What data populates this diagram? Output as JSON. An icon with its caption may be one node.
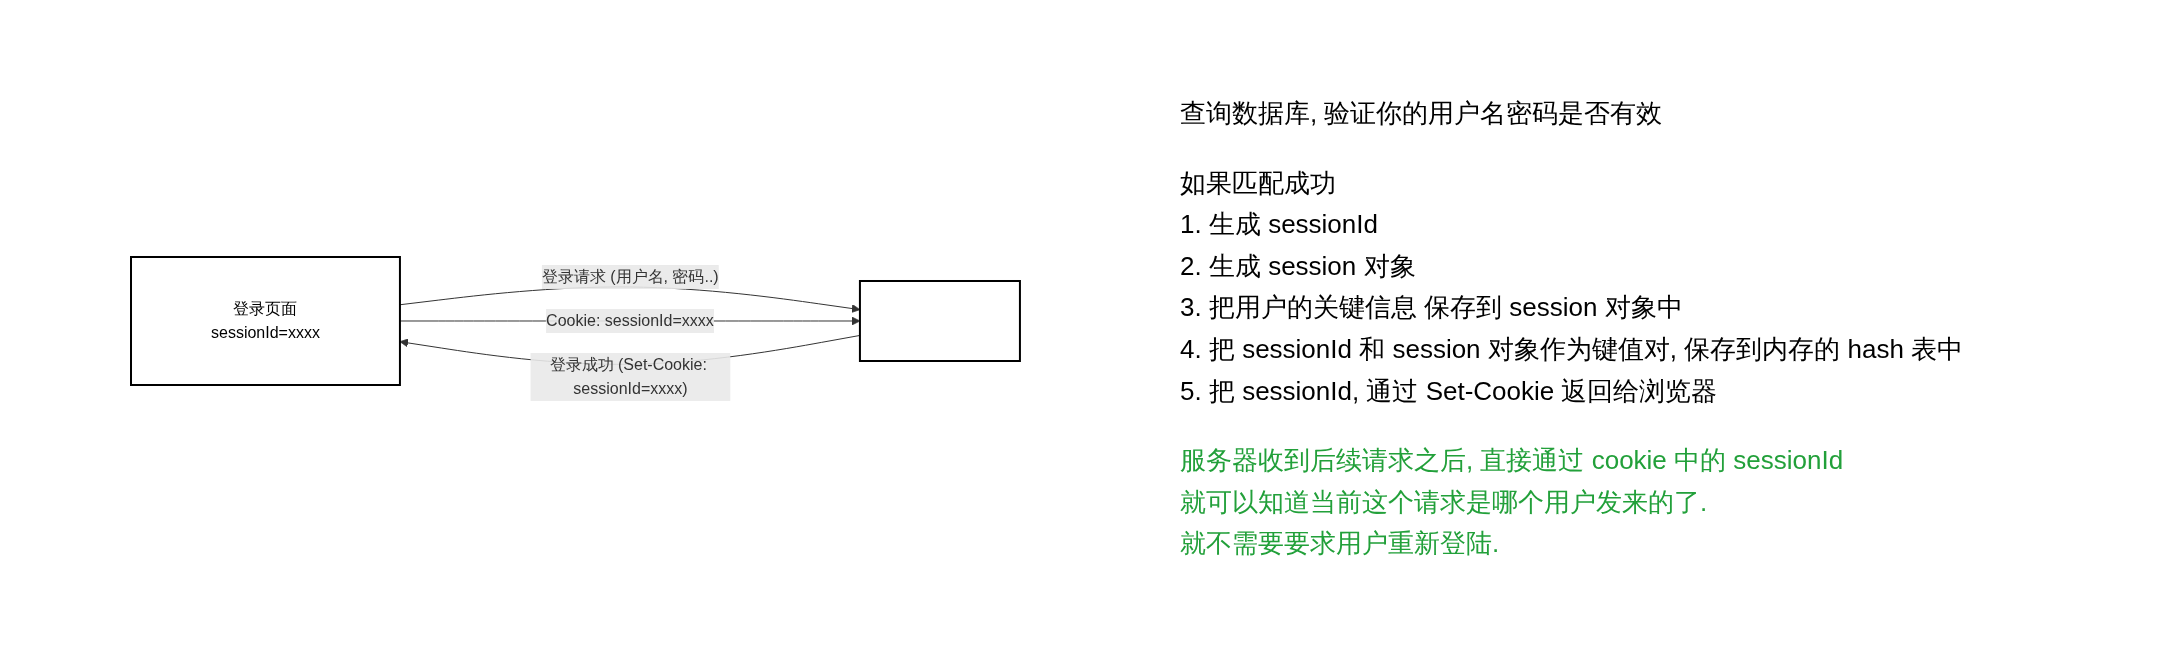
{
  "diagram": {
    "nodes": [
      {
        "text": [
          "登录页面",
          "sessionId=xxxx"
        ]
      },
      {
        "text": [],
        "shape": "box"
      }
    ],
    "edges": [
      {
        "from": 0,
        "to": 1,
        "arrow": "to",
        "label": "登录请求 (用户名, 密码..)"
      },
      {
        "from": 1,
        "to": 0,
        "arrow": "to",
        "label": "登录成功 (Set-Cookie: sessionId=xxxx)"
      },
      {
        "from": 0,
        "to": 1,
        "arrow": "to",
        "label": "Cookie: sessionId=xxxx"
      }
    ],
    "labels": [
      "查询数据库, 验证你的用户名密码是否有效",
      "如果匹配成功",
      "1. 生成 sessionId",
      "2. 生成 session 对象",
      "3. 把用户的关键信息 保存到 session 对象中",
      "4. 把 sessionId 和 session 对象作为键值对, 保存到内存的 hash 表中",
      "5. 把 sessionId, 通过 Set-Cookie 返回给浏览器",
      "服务器收到后续请求之后, 直接通过 cookie 中的 sessionId",
      "就可以知道当前这个请求是哪个用户发来的了.",
      "就不需要要求用户重新登陆."
    ]
  }
}
